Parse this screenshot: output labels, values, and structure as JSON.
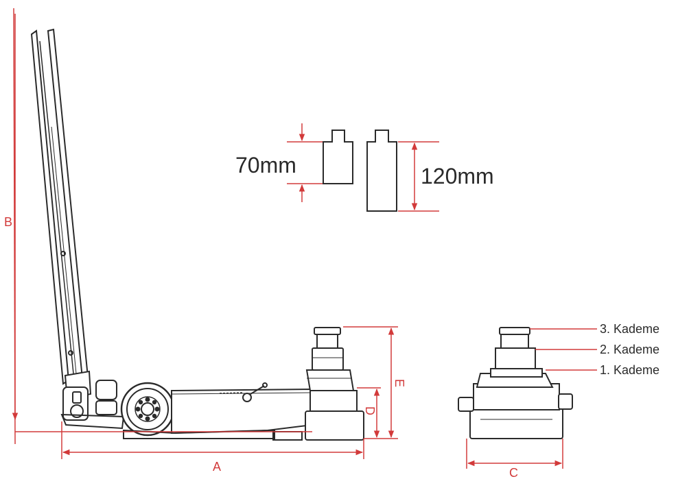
{
  "colors": {
    "line": "#2a2a2a",
    "dimension": "#d23a3a",
    "text": "#2a2a2a"
  },
  "dimensions": {
    "A": "A",
    "B": "B",
    "C": "C",
    "D": "D",
    "E": "E"
  },
  "saddle": {
    "small": "70mm",
    "large": "120mm"
  },
  "stages": [
    "3. Kademe",
    "2. Kademe",
    "1. Kademe"
  ]
}
